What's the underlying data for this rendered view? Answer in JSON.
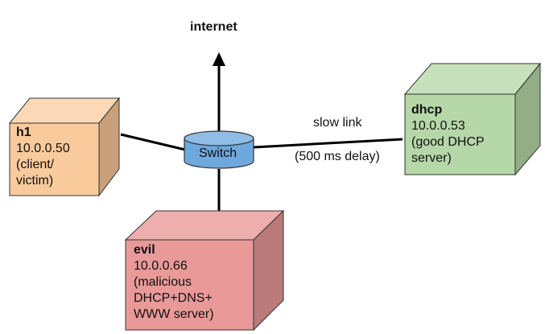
{
  "diagram": {
    "internet_label": "internet",
    "switch_label": "Switch",
    "link_label_line1": "slow link",
    "link_label_line2": "(500 ms delay)",
    "nodes": {
      "h1": {
        "name": "h1",
        "ip": "10.0.0.50",
        "desc1": "(client/",
        "desc2": "victim)"
      },
      "dhcp": {
        "name": "dhcp",
        "ip": "10.0.0.53",
        "desc1": "(good DHCP",
        "desc2": "server)"
      },
      "evil": {
        "name": "evil",
        "ip": "10.0.0.66",
        "desc1": "(malicious",
        "desc2": "DHCP+DNS+",
        "desc3": "WWW server)"
      }
    }
  },
  "colors": {
    "h1_front": "#f9cb9c",
    "h1_top": "#fbd9b6",
    "h1_side": "#c9a07a",
    "dhcp_front": "#b6d7a8",
    "dhcp_top": "#c8e1bd",
    "dhcp_side": "#93ad86",
    "evil_front": "#ea9999",
    "evil_top": "#eeaeae",
    "evil_side": "#bb7a7a",
    "switch_fill": "#6fa8dc",
    "switch_top": "#8fbde6",
    "line": "#000000"
  }
}
